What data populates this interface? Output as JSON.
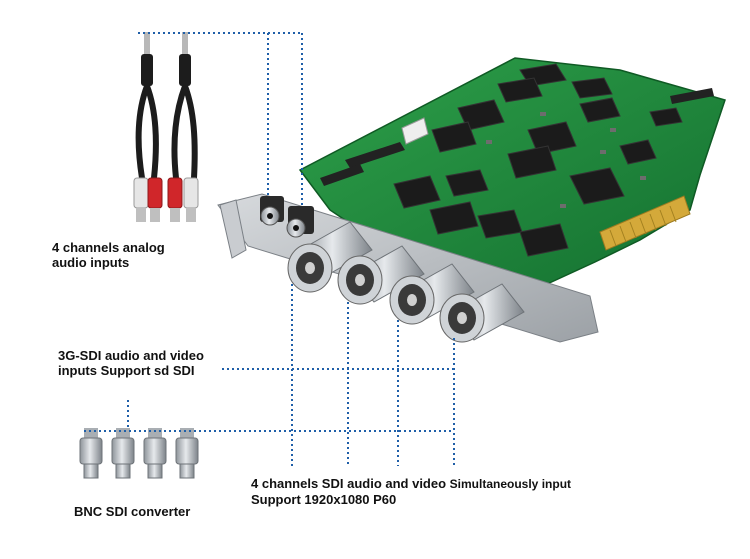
{
  "labels": {
    "analog_audio": {
      "line1": "4 channels analog",
      "line2": "audio inputs"
    },
    "sdi_inputs": {
      "line1": "3G-SDI audio and video",
      "line2": "inputs Support sd SDI"
    },
    "sdi_channels": {
      "line1_main": "4 channels SDI audio and video",
      "line1_tail": "Simultaneously input",
      "line2": "Support  1920x1080 P60"
    },
    "bnc_converter": "BNC SDI converter"
  },
  "colors": {
    "pcb_green": "#1f8a3a",
    "pcb_dark": "#146b2a",
    "chip_black": "#1b1b1b",
    "bracket_silver": "#b9bdc2",
    "bnc_silver": "#c7cbd0",
    "gold_finger": "#d4a93a",
    "rca_red": "#d0262a",
    "rca_white": "#e8e8e8",
    "dotted_line": "#1f5fa8"
  }
}
